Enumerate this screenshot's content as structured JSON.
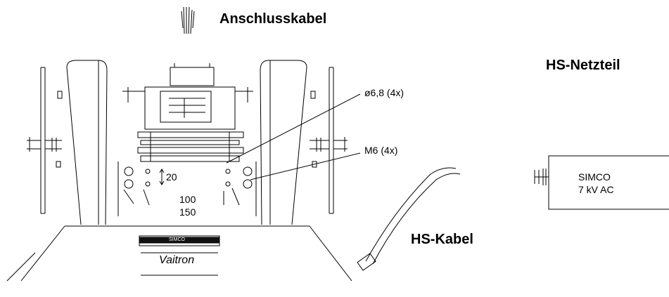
{
  "labels": {
    "cable": "Anschlusskabel",
    "power_supply": "HS-Netzteil",
    "hs_cable": "HS-Kabel",
    "hole": "ø6,8 (4x)",
    "thread": "M6 (4x)",
    "dim_20": "20",
    "dim_100": "100",
    "dim_150": "150",
    "box_line1": "SIMCO",
    "box_line2": "7 kV AC",
    "plate_top": "SIMCO",
    "plate_main": "Vaitron"
  },
  "colors": {
    "line": "#000000",
    "background": "#ffffff"
  }
}
